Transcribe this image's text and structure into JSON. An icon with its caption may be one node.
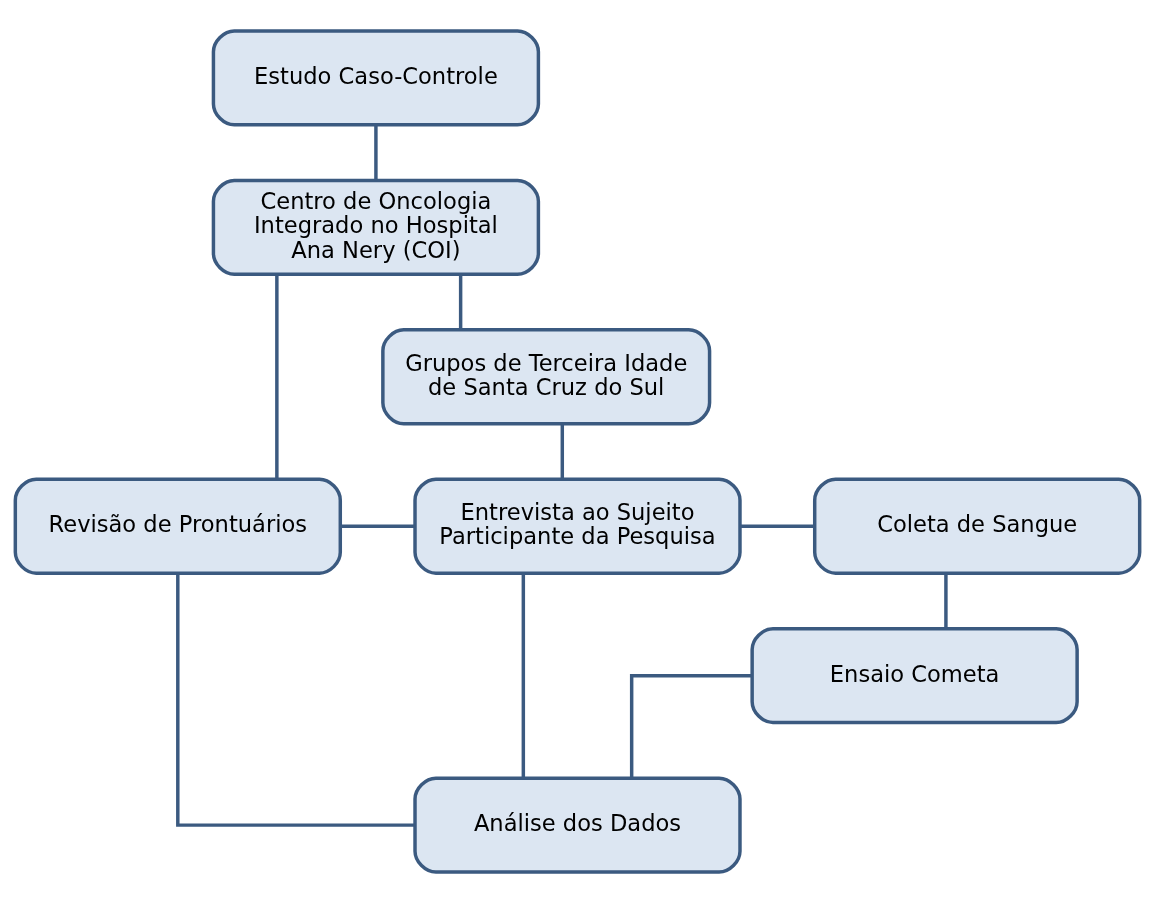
{
  "diagram": {
    "nodes": [
      {
        "text": [
          "Estudo Caso-Controle"
        ]
      },
      {
        "text": [
          "Centro de Oncologia Integrado no Hospital Ana Nery (COI)"
        ]
      },
      {
        "text": [
          "Grupos de Terceira Idade de Santa Cruz do Sul"
        ]
      },
      {
        "text": [
          "Revisão de Prontuários"
        ]
      },
      {
        "text": [
          "Entrevista ao Sujeito Participante da Pesquisa"
        ]
      },
      {
        "text": [
          "Coleta de Sangue"
        ]
      },
      {
        "text": [
          "Ensaio Cometa"
        ]
      },
      {
        "text": [
          "Análise dos Dados"
        ]
      }
    ],
    "edges": [
      {
        "from": 0,
        "to": 1,
        "arrow": "none"
      },
      {
        "from": 1,
        "to": 3,
        "arrow": "none"
      },
      {
        "from": 1,
        "to": 2,
        "arrow": "none"
      },
      {
        "from": 2,
        "to": 4,
        "arrow": "none"
      },
      {
        "from": 3,
        "to": 4,
        "arrow": "none"
      },
      {
        "from": 4,
        "to": 5,
        "arrow": "none"
      },
      {
        "from": 5,
        "to": 6,
        "arrow": "none"
      },
      {
        "from": 3,
        "to": 7,
        "arrow": "none"
      },
      {
        "from": 4,
        "to": 7,
        "arrow": "none"
      },
      {
        "from": 6,
        "to": 7,
        "arrow": "none"
      }
    ]
  }
}
